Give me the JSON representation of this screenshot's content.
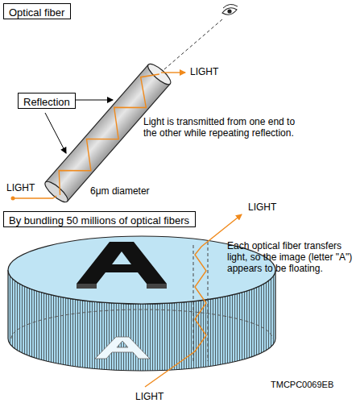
{
  "diagram": {
    "nodes": [
      {
        "text": [
          "Optical fiber"
        ]
      },
      {
        "text": [
          "Reflection"
        ]
      },
      {
        "text": [
          "By bundling 50 millions of optical fibers"
        ]
      }
    ],
    "labels": [
      "LIGHT",
      "Light is transmitted from one end to the other while repeating reflection.",
      "LIGHT",
      "6μm diameter",
      "LIGHT",
      "Each optical fiber transfers light, so the image (letter \"A\") appears to be floating.",
      "LIGHT",
      "TMCPC0069EB"
    ]
  }
}
